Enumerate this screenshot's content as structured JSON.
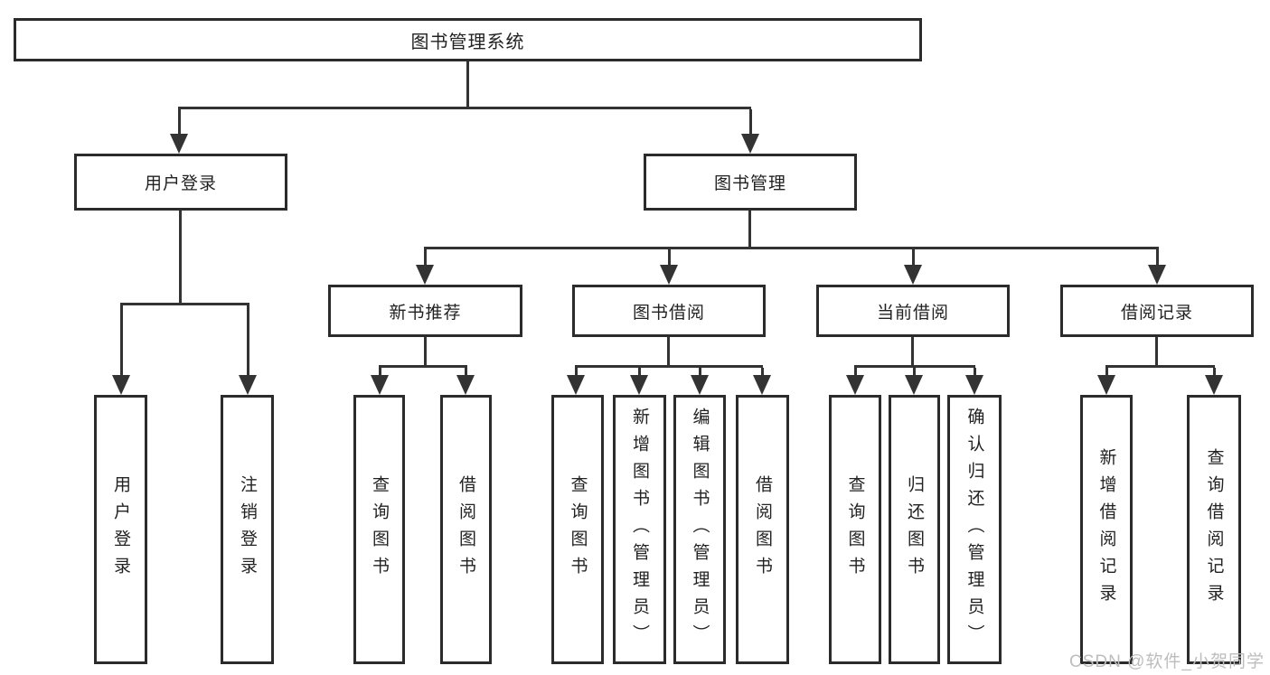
{
  "diagram": {
    "root": "图书管理系统",
    "branches": [
      {
        "label": "用户登录",
        "children": [
          "用户登录",
          "注销登录"
        ]
      },
      {
        "label": "图书管理",
        "children": [
          {
            "label": "新书推荐",
            "children": [
              "查询图书",
              "借阅图书"
            ]
          },
          {
            "label": "图书借阅",
            "children": [
              "查询图书",
              "新增图书（管理员）",
              "编辑图书（管理员）",
              "借阅图书"
            ]
          },
          {
            "label": "当前借阅",
            "children": [
              "查询图书",
              "归还图书",
              "确认归还（管理员）"
            ]
          },
          {
            "label": "借阅记录",
            "children": [
              "新增借阅记录",
              "查询借阅记录"
            ]
          }
        ]
      }
    ]
  },
  "watermark": "CSDN @软件_小贺同学",
  "colors": {
    "line": "#333333",
    "box_border": "#2b2b2b",
    "background": "#ffffff",
    "watermark": "#bdbdbd"
  }
}
